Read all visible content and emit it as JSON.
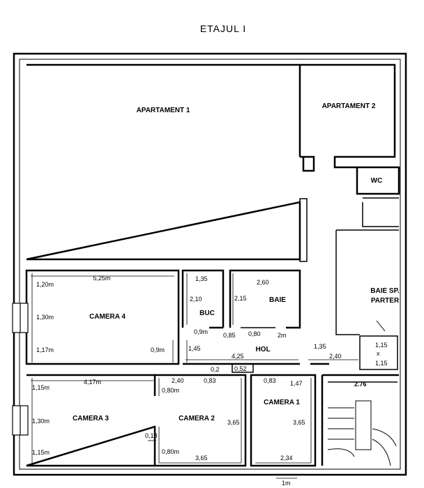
{
  "title": "ETAJUL  I",
  "rooms": {
    "apartament1": "APARTAMENT 1",
    "apartament2": "APARTAMENT 2",
    "wc": "WC",
    "camera4": "CAMERA 4",
    "buc": "BUC",
    "baie": "BAIE",
    "hol": "HOL",
    "baie_sp_line1": "BAIE SP.",
    "baie_sp_line2": "PARTER",
    "camera3": "CAMERA 3",
    "camera2": "CAMERA 2",
    "camera1": "CAMERA 1"
  },
  "dims": {
    "c4_width": "5,25m",
    "c4_h1": "1,20m",
    "c4_h2": "1,30m",
    "c4_h3": "1,17m",
    "c4_door": "0,9m",
    "buc_w": "1,35",
    "buc_h": "2,10",
    "baie_w": "2,60",
    "baie_h": "2,15",
    "buc_door": "0,9m",
    "door_085": "0,85",
    "door_080": "0,80",
    "hol_2m": "2m",
    "hol_145": "1,45",
    "hol_425": "4,25",
    "hol_135": "1,35",
    "hol_240": "2,40",
    "baie_sp_115a": "1,15",
    "baie_sp_x": "x",
    "baie_sp_115b": "1,15",
    "d_02": "0,2",
    "d_052": "0,52",
    "d_083a": "0,83",
    "d_083b": "0,83",
    "d_147": "1,47",
    "d_276": "2.76",
    "c3_width": "4,17m",
    "c3_h1": "1,15m",
    "c3_h2": "1,30m",
    "c3_h3": "1,15m",
    "c2_240": "2,40",
    "c2_080a": "0,80m",
    "c2_018": "0,18",
    "c2_080b": "0,80m",
    "c2_365h": "3,65",
    "c2_365w": "3,65",
    "c1_365": "3,65",
    "c1_234": "2,34",
    "d_1m": "1m"
  }
}
